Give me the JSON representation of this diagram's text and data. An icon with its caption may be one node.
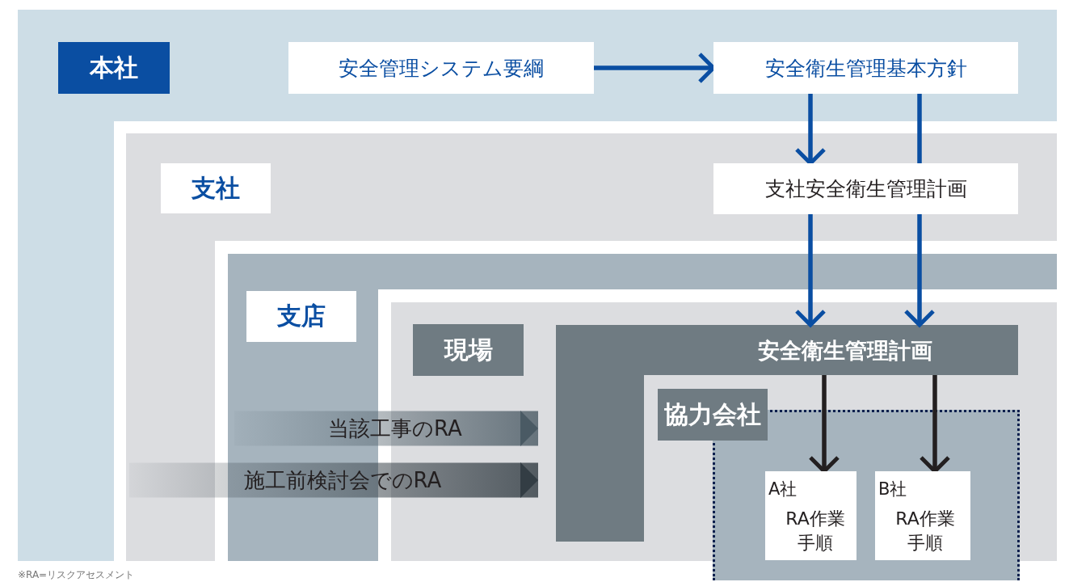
{
  "diagram": {
    "nodes": [
      {
        "text": [
          "本社"
        ]
      },
      {
        "text": [
          "安全管理システム要綱"
        ],
        "in": 0
      },
      {
        "text": [
          "安全衛生管理基本方針"
        ],
        "in": 0
      },
      {
        "text": [
          "支社"
        ],
        "in": 0
      },
      {
        "text": [
          "支社安全衛生管理計画"
        ],
        "in": 3
      },
      {
        "text": [
          "支店"
        ],
        "in": 3
      },
      {
        "text": [
          "現場"
        ],
        "in": 5
      },
      {
        "text": [
          "安全衛生管理計画"
        ],
        "in": 6
      },
      {
        "text": [
          "協力会社"
        ],
        "in": 6
      },
      {
        "text": [
          "A社",
          "RA作業手順"
        ],
        "in": 8
      },
      {
        "text": [
          "B社",
          "RA作業手順"
        ],
        "in": 8
      }
    ],
    "edges": [
      {
        "from": 1,
        "to": 2,
        "arrow": "to"
      },
      {
        "from": 2,
        "to": 4,
        "arrow": "to"
      },
      {
        "from": 2,
        "to": 4,
        "arrow": "none"
      },
      {
        "from": 4,
        "to": 7,
        "arrow": "to"
      },
      {
        "from": 4,
        "to": 7,
        "arrow": "to"
      },
      {
        "from": 7,
        "to": 9,
        "arrow": "to",
        "color": "#231f20"
      },
      {
        "from": 7,
        "to": 10,
        "arrow": "to",
        "color": "#231f20"
      },
      {
        "from": null,
        "to": 7,
        "arrow": "to",
        "label": "当該工事のRA",
        "style": "thick",
        "color": "#4a5a64"
      },
      {
        "from": null,
        "to": 7,
        "arrow": "to",
        "label": "施工前検討会でのRA",
        "style": "thick",
        "color": "#333d44"
      }
    ],
    "labels": [
      "※RA=リスクアセスメント"
    ]
  }
}
